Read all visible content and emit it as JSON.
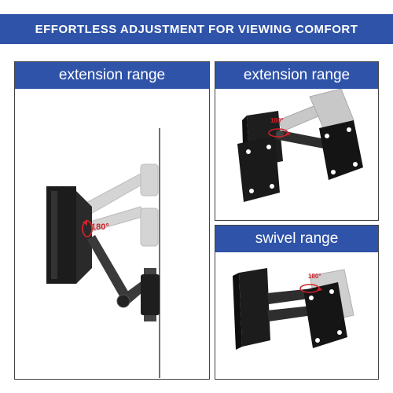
{
  "banner": {
    "title": "EFFORTLESS ADJUSTMENT FOR VIEWING COMFORT"
  },
  "panels": [
    {
      "title": "extension range",
      "rotation_label": "180°"
    },
    {
      "title": "extension range",
      "rotation_label": "180°"
    },
    {
      "title": "swivel range",
      "rotation_label": "180°"
    }
  ],
  "colors": {
    "brand_blue": "#2f53a8",
    "arrow_red": "#d0202a",
    "mount_black": "#1b1b1b",
    "ghost_gray": "#c8c8c8"
  }
}
